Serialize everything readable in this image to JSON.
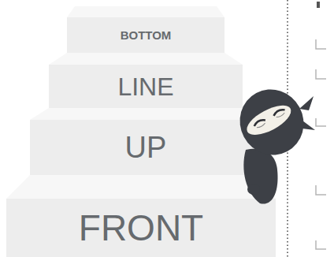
{
  "diagram": {
    "nodes": [
      {
        "text": [
          "BOTTOM"
        ]
      },
      {
        "text": [
          "LINE"
        ]
      },
      {
        "text": [
          "UP"
        ]
      },
      {
        "text": [
          "FRONT"
        ]
      }
    ]
  }
}
